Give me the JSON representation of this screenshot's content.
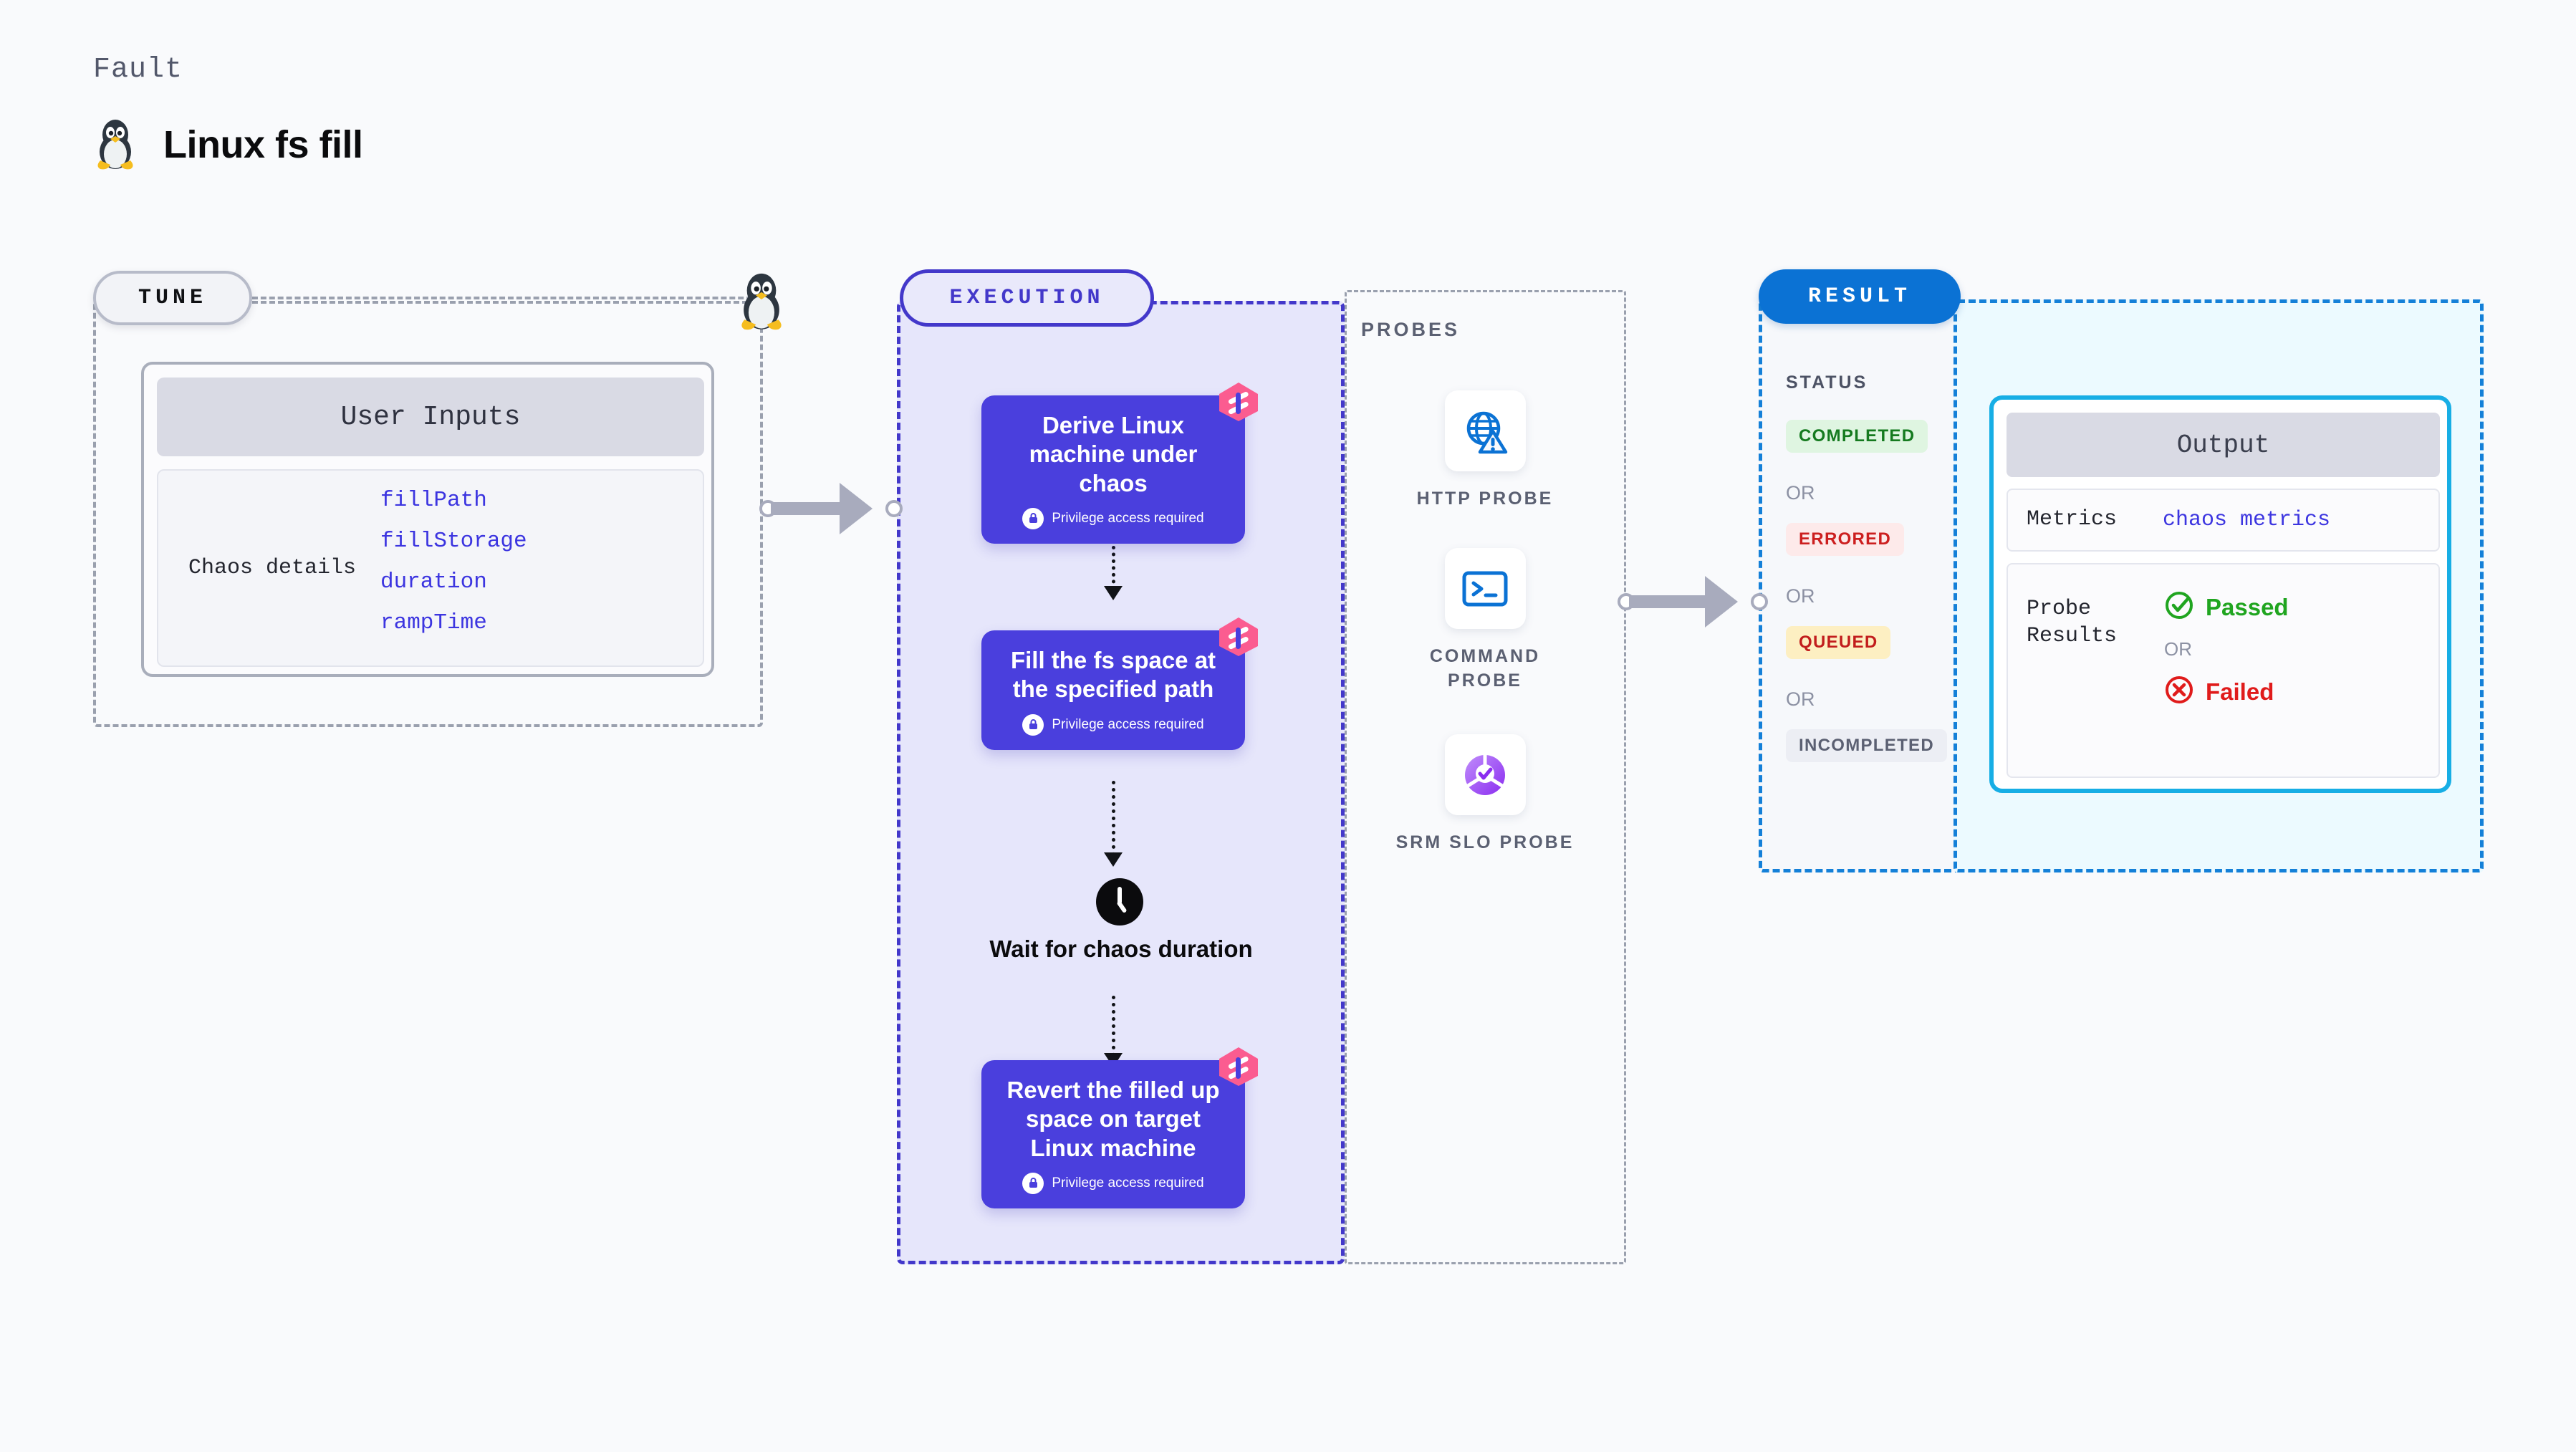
{
  "header": {
    "eyebrow": "Fault",
    "title": "Linux fs fill",
    "icon": "linux-penguin-icon"
  },
  "tune": {
    "pill_label": "TUNE",
    "badge_icon": "linux-penguin-icon",
    "card": {
      "header": "User Inputs",
      "row_label": "Chaos details",
      "params": [
        "fillPath",
        "fillStorage",
        "duration",
        "rampTime"
      ]
    }
  },
  "execution": {
    "pill_label": "EXECUTION",
    "privilege_note": "Privilege access required",
    "steps": [
      {
        "title": "Derive Linux machine under chaos",
        "privileged": true,
        "icon": "harness-ribbon-icon"
      },
      {
        "title": "Fill the fs space at the specified path",
        "privileged": true,
        "icon": "harness-ribbon-icon"
      }
    ],
    "wait": {
      "icon": "clock-icon",
      "label": "Wait for chaos duration"
    },
    "final_step": {
      "title": "Revert the filled up space on target Linux machine",
      "privileged": true,
      "icon": "harness-ribbon-icon"
    }
  },
  "probes": {
    "heading": "PROBES",
    "items": [
      {
        "label": "HTTP PROBE",
        "icon": "globe-warning-icon"
      },
      {
        "label": "COMMAND PROBE",
        "icon": "terminal-icon"
      },
      {
        "label": "SRM SLO PROBE",
        "icon": "slo-donut-check-icon"
      }
    ]
  },
  "result": {
    "pill_label": "RESULT",
    "status_heading": "STATUS",
    "or_label": "OR",
    "statuses": [
      {
        "label": "COMPLETED",
        "bg": "#dff5e1",
        "fg": "#157a1f"
      },
      {
        "label": "ERRORED",
        "bg": "#fdeaea",
        "fg": "#cc1f1f"
      },
      {
        "label": "QUEUED",
        "bg": "#fdefc2",
        "fg": "#c21d1d"
      },
      {
        "label": "INCOMPLETED",
        "bg": "#eceef4",
        "fg": "#5b6072"
      }
    ],
    "output": {
      "header": "Output",
      "metrics_key": "Metrics",
      "metrics_value": "chaos metrics",
      "probe_results_key": "Probe Results",
      "passed_label": "Passed",
      "failed_label": "Failed",
      "or_label": "OR",
      "passed_icon": "check-circle-icon",
      "failed_icon": "x-circle-icon"
    }
  },
  "colors": {
    "page_bg": "#f9fafc",
    "execution_accent": "#4338ca",
    "execution_card": "#4a3fdd",
    "result_accent": "#0b72d4",
    "output_border": "#17aee5",
    "param_link": "#3c35e0",
    "ribbon_pink": "#fb5c90",
    "connector_gray": "#a8abbd"
  }
}
